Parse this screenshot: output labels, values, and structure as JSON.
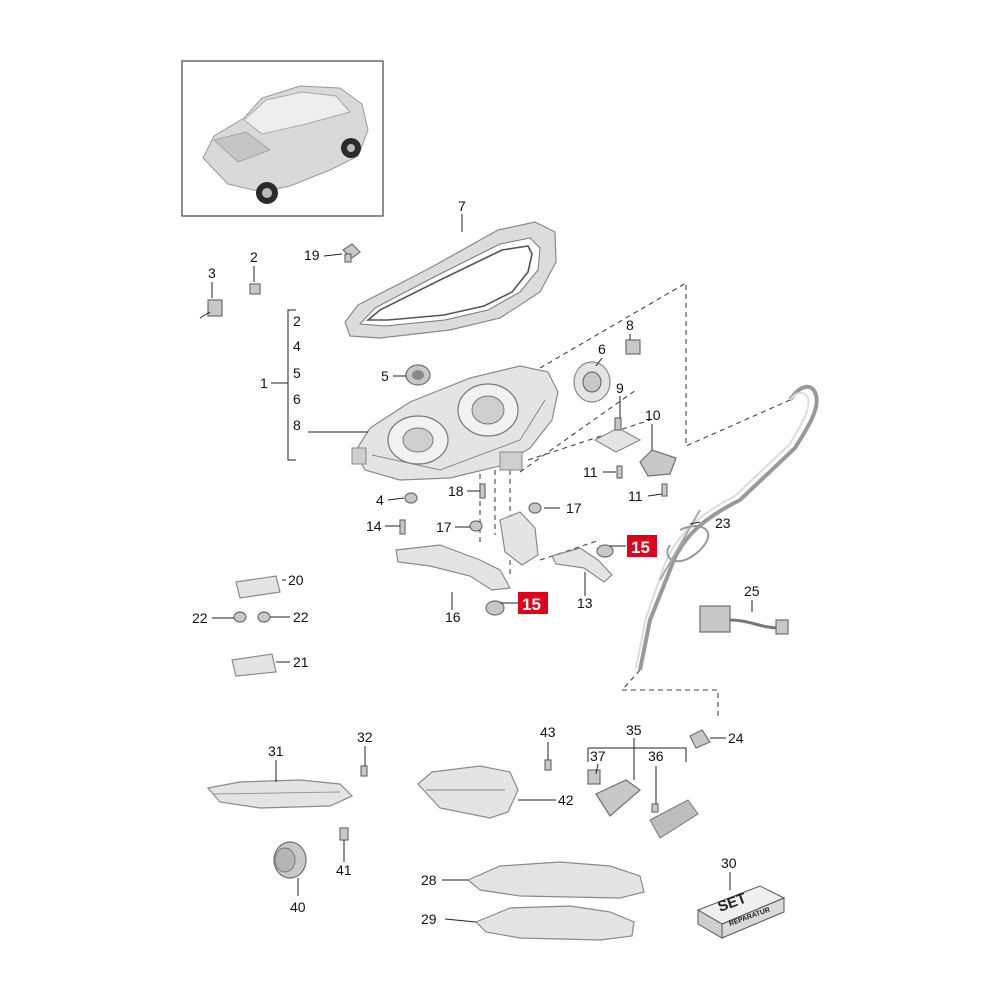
{
  "callouts": {
    "c1": "1",
    "c2": "2",
    "c2b": "2",
    "c3": "3",
    "c4": "4",
    "c4b": "4",
    "c5": "5",
    "c5b": "5",
    "c6": "6",
    "c6b": "6",
    "c7": "7",
    "c8": "8",
    "c8b": "8",
    "c9": "9",
    "c10": "10",
    "c11a": "11",
    "c11b": "11",
    "c13": "13",
    "c14": "14",
    "c15a": "15",
    "c15b": "15",
    "c16": "16",
    "c17a": "17",
    "c17b": "17",
    "c18": "18",
    "c19": "19",
    "c20": "20",
    "c21": "21",
    "c22a": "22",
    "c22b": "22",
    "c23": "23",
    "c24": "24",
    "c25": "25",
    "c28": "28",
    "c29": "29",
    "c30": "30",
    "c31": "31",
    "c32": "32",
    "c35": "35",
    "c36": "36",
    "c37": "37",
    "c40": "40",
    "c41": "41",
    "c42": "42",
    "c43": "43"
  },
  "set_box": {
    "line1": "SET",
    "line2": "REPARATUR"
  },
  "colors": {
    "highlight": "#e0001b",
    "line": "#222222",
    "part_fill": "#e4e4e4"
  }
}
